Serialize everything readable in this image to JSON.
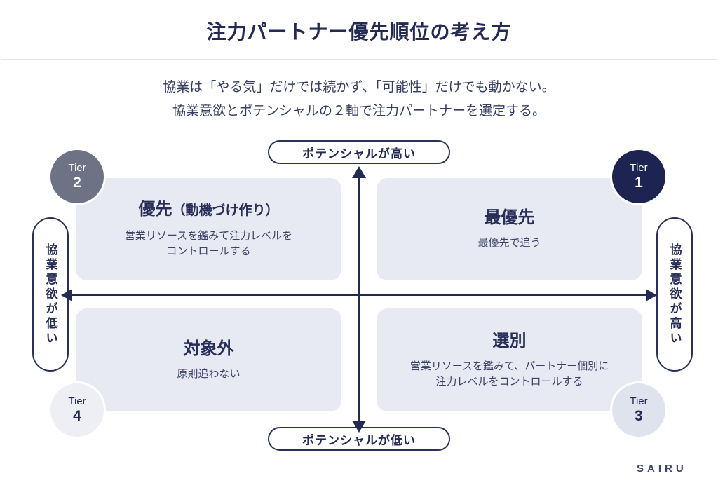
{
  "page": {
    "title": "注力パートナー優先順位の考え方",
    "subtitle_line1": "協業は「やる気」だけでは続かず、「可能性」だけでも動かない。",
    "subtitle_line2": "協業意欲とポテンシャルの２軸で注力パートナーを選定する。",
    "logo": "SAIRU"
  },
  "axes": {
    "top_label": "ポテンシャルが高い",
    "bottom_label": "ポテンシャルが低い",
    "left_label": "協業意欲が低い",
    "right_label": "協業意欲が高い"
  },
  "quadrants": {
    "top_left": {
      "tier_word": "Tier",
      "tier_number": "2",
      "heading_main": "優先",
      "heading_suffix": "（動機づけ作り）",
      "body_line1": "営業リソースを鑑みて注力レベルを",
      "body_line2": "コントロールする"
    },
    "top_right": {
      "tier_word": "Tier",
      "tier_number": "1",
      "heading_main": "最優先",
      "heading_suffix": "",
      "body_line1": "最優先で追う",
      "body_line2": ""
    },
    "bottom_left": {
      "tier_word": "Tier",
      "tier_number": "4",
      "heading_main": "対象外",
      "heading_suffix": "",
      "body_line1": "原則追わない",
      "body_line2": ""
    },
    "bottom_right": {
      "tier_word": "Tier",
      "tier_number": "3",
      "heading_main": "選別",
      "heading_suffix": "",
      "body_line1": "営業リソースを鑑みて、パートナー個別に",
      "body_line2": "注力レベルをコントロールする"
    }
  },
  "colors": {
    "navy": "#222a55",
    "card_bg": "#e7eaf2",
    "tier1_bg": "#1d2452",
    "tier2_bg": "#6d7384",
    "tier3_bg": "#dfe3ed",
    "tier4_bg": "#edeff5",
    "divider": "#e3e8ed"
  }
}
